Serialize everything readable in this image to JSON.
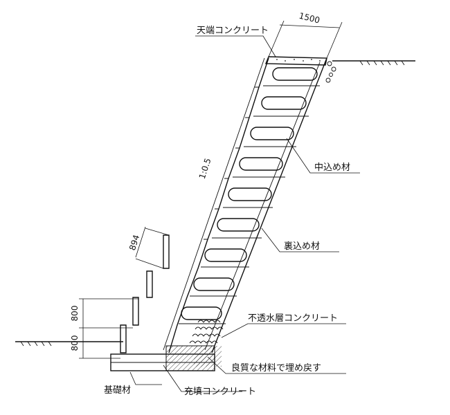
{
  "labels": {
    "crest_concrete": "天端コンクリート",
    "infill": "中込め材",
    "backfill": "裏込め材",
    "impermeable_concrete": "不透水層コンクリート",
    "good_material": "良質な材料で埋め戻す",
    "foundation": "基礎材",
    "fill_concrete": "充填コンクリート"
  },
  "dimensions": {
    "top_width": "1500",
    "slope": "1:0.5",
    "block_height": "894",
    "front_upper": "800",
    "front_lower": "800"
  }
}
